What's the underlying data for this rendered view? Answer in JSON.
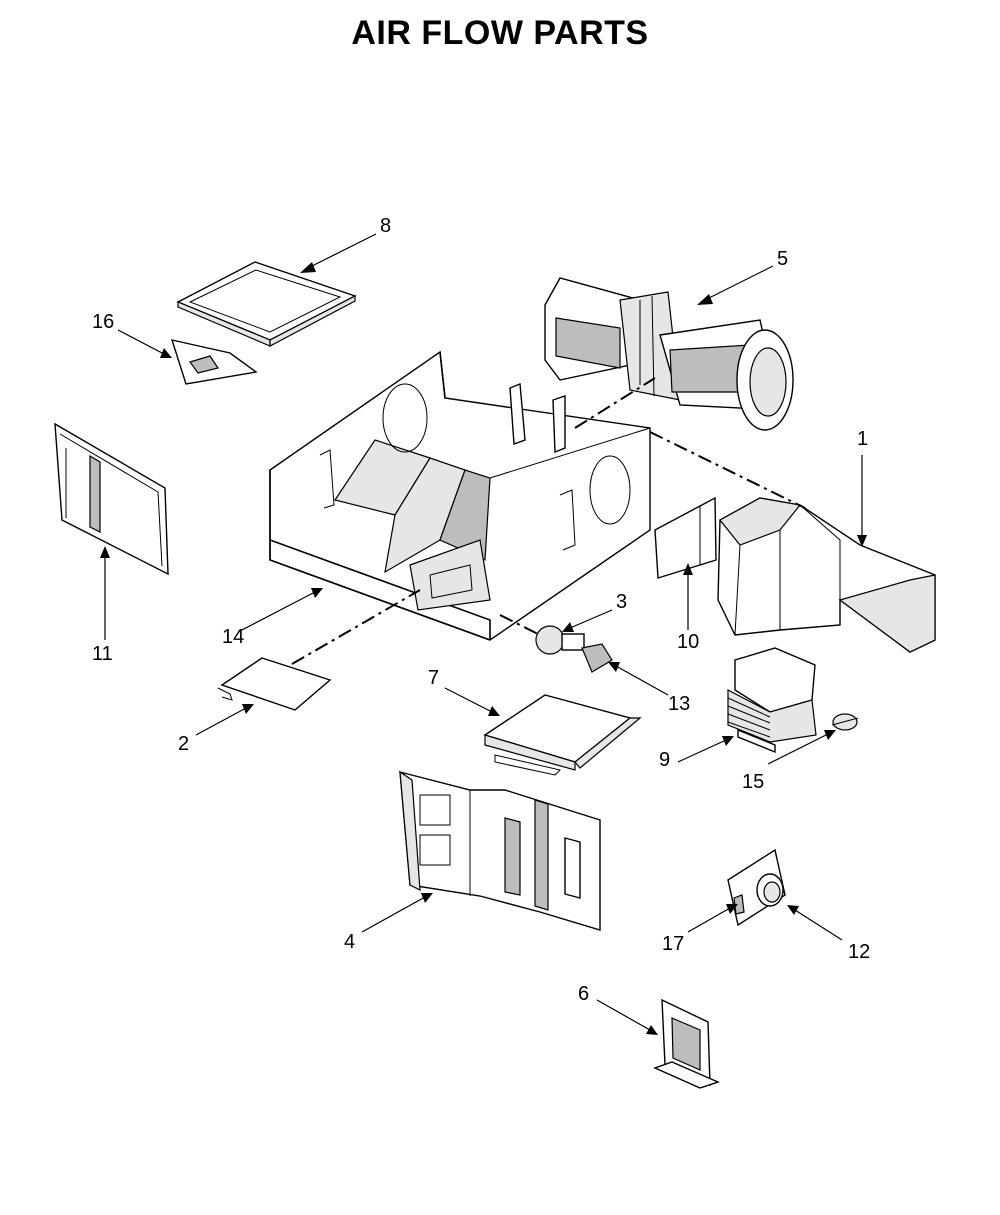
{
  "title": "AIR FLOW PARTS",
  "callouts": [
    {
      "num": "1"
    },
    {
      "num": "2"
    },
    {
      "num": "3"
    },
    {
      "num": "4"
    },
    {
      "num": "5"
    },
    {
      "num": "6"
    },
    {
      "num": "7"
    },
    {
      "num": "8"
    },
    {
      "num": "9"
    },
    {
      "num": "10"
    },
    {
      "num": "11"
    },
    {
      "num": "12"
    },
    {
      "num": "13"
    },
    {
      "num": "14"
    },
    {
      "num": "15"
    },
    {
      "num": "16"
    },
    {
      "num": "17"
    }
  ]
}
